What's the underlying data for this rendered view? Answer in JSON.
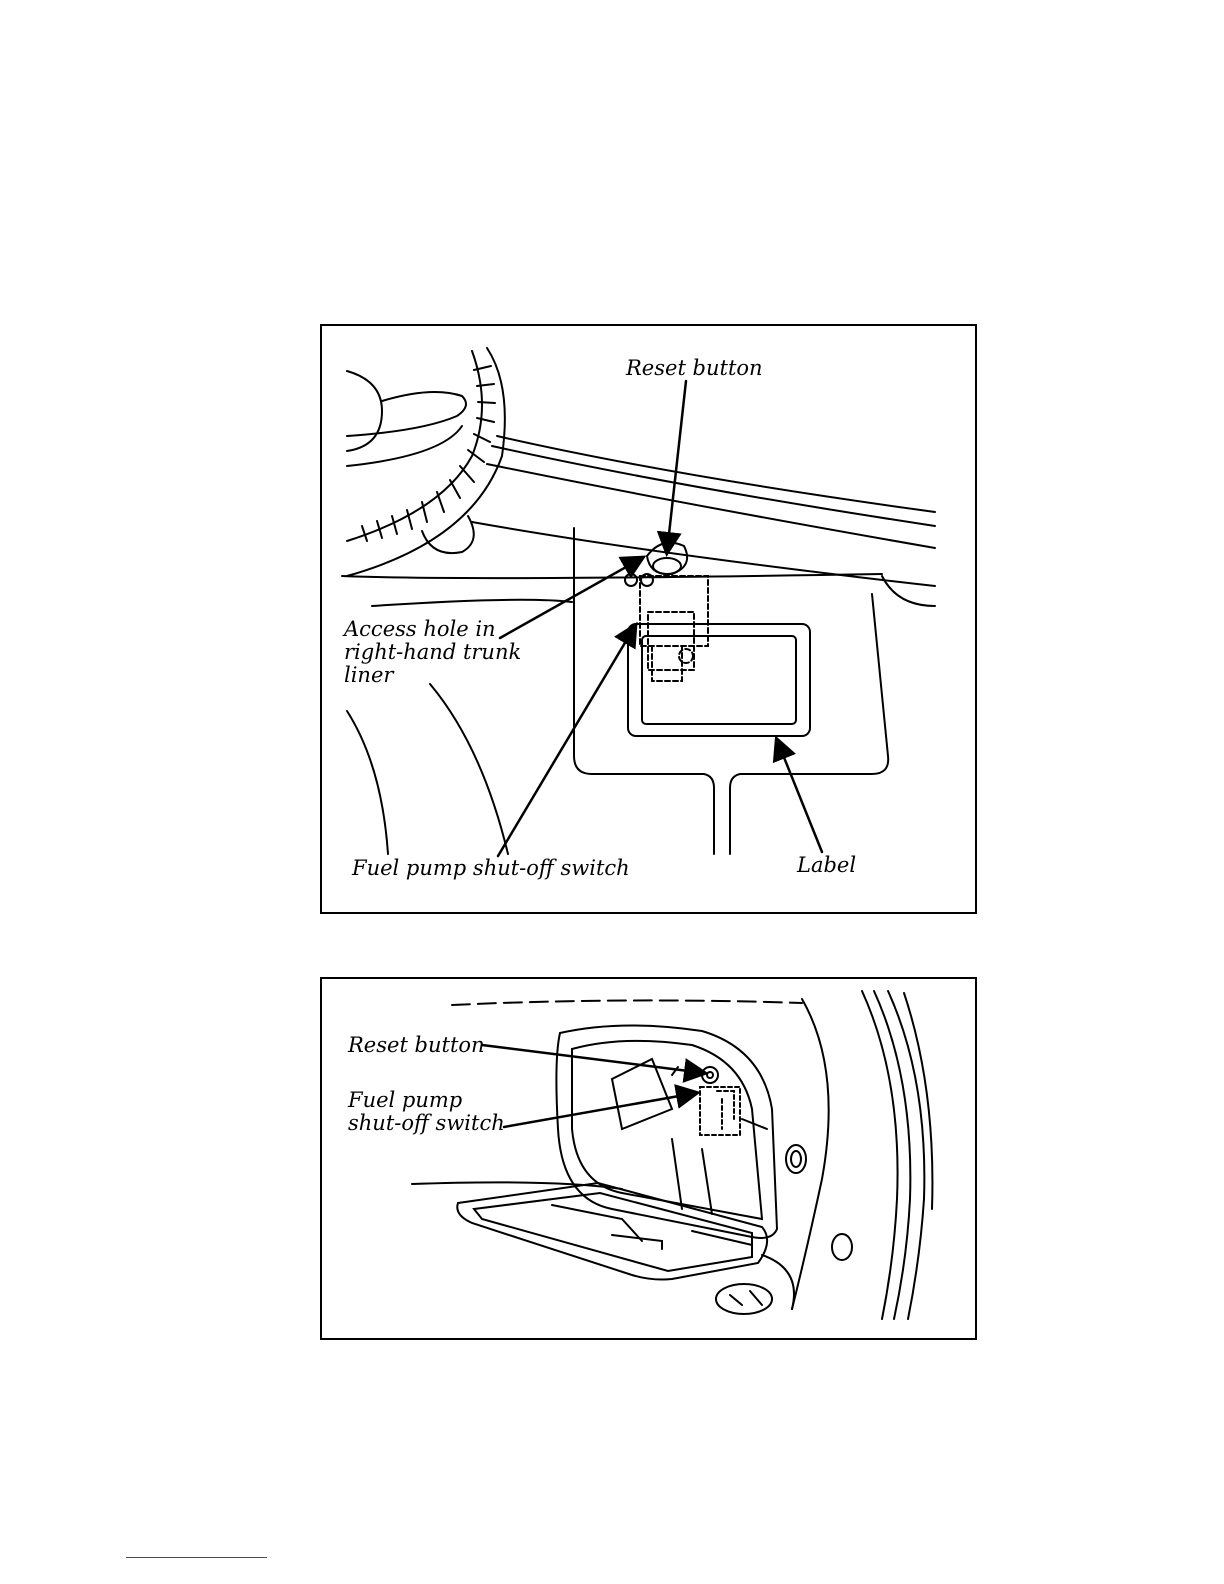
{
  "figure_1": {
    "callouts": {
      "reset_button": "Reset button",
      "access_hole": "Access hole in\nright-hand trunk\nliner",
      "fuel_pump_switch": "Fuel pump shut-off switch",
      "label": "Label"
    }
  },
  "figure_2": {
    "callouts": {
      "reset_button": "Reset button",
      "fuel_pump_switch": "Fuel pump\nshut-off switch"
    }
  },
  "colors": {
    "line": "#000000",
    "background": "#ffffff",
    "footer_rule": "#2a4aa8"
  }
}
